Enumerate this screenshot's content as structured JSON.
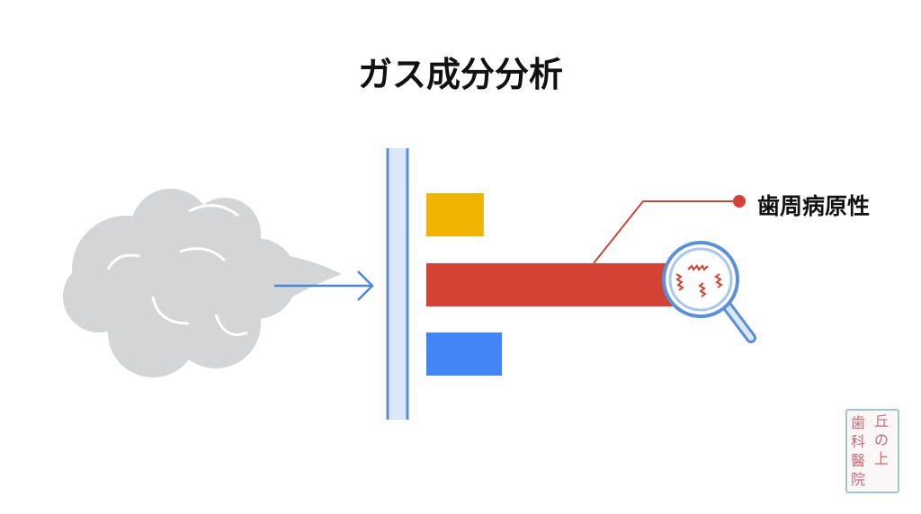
{
  "title": "ガス成分分析",
  "callout_label": "歯周病原性",
  "colors": {
    "yellow": "#f0b400",
    "red": "#d44235",
    "blue": "#4285f4",
    "filter": "#5b8fd8",
    "gas": "#d3d5d6"
  },
  "bars": [
    {
      "name": "yellow",
      "value": 0.22
    },
    {
      "name": "red",
      "value": 1.0
    },
    {
      "name": "blue",
      "value": 0.29
    }
  ],
  "stamp": {
    "col1": "歯科醫院",
    "col2": "丘の上"
  }
}
